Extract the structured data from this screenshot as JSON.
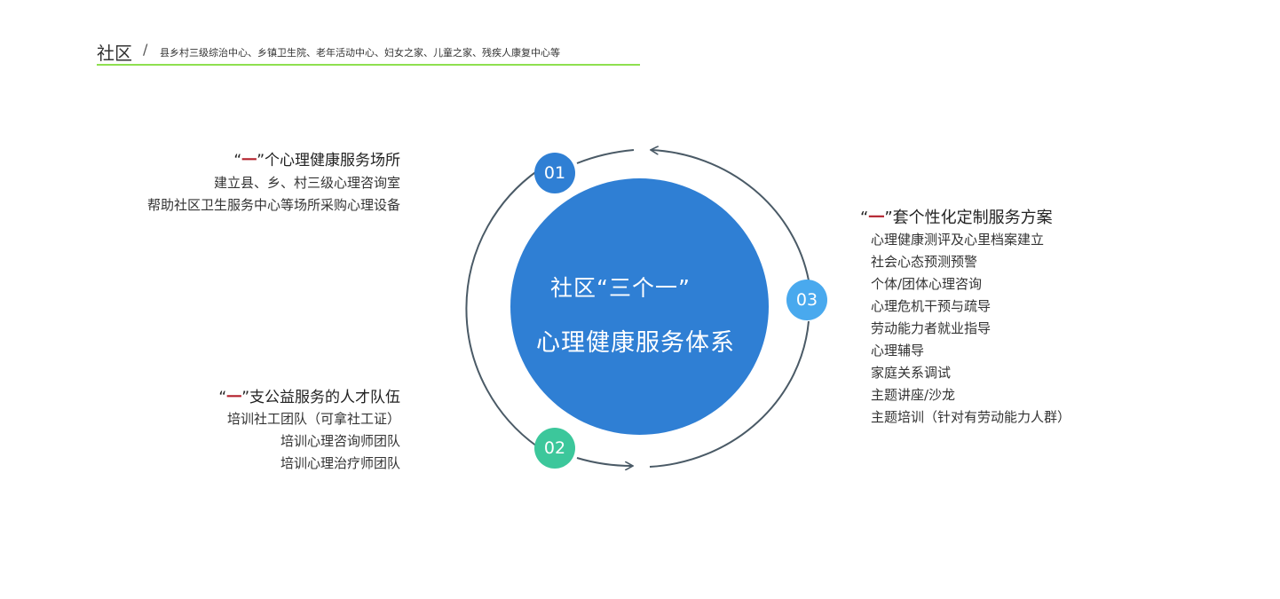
{
  "header": {
    "title": "社区",
    "separator": "/",
    "subtitle": "县乡村三级综治中心、乡镇卫生院、老年活动中心、妇女之家、儿童之家、残疾人康复中心等"
  },
  "center": {
    "line1": "社区“三个一”",
    "line2": "心理健康服务体系"
  },
  "badges": [
    "01",
    "02",
    "03"
  ],
  "blocks": [
    {
      "open_quote": "“",
      "highlight": "一",
      "close_quote": "”",
      "title_rest": "个心理健康服务场所",
      "items": [
        "建立县、乡、村三级心理咨询室",
        "帮助社区卫生服务中心等场所采购心理设备"
      ]
    },
    {
      "open_quote": "“",
      "highlight": "一",
      "close_quote": "”",
      "title_rest": "支公益服务的人才队伍",
      "items": [
        "培训社工团队（可拿社工证）",
        "培训心理咨询师团队",
        "培训心理治疗师团队"
      ]
    },
    {
      "open_quote": "“",
      "highlight": "一",
      "close_quote": "”",
      "title_rest": "套个性化定制服务方案",
      "items": [
        "心理健康测评及心里档案建立",
        "社会心态预测预警",
        "个体/团体心理咨询",
        "心理危机干预与疏导",
        "劳动能力者就业指导",
        "心理辅导",
        "家庭关系调试",
        "主题讲座/沙龙",
        "主题培训（针对有劳动能力人群）"
      ]
    }
  ],
  "colors": {
    "center": "#2f7fd4",
    "badge_01": "#2f7fd4",
    "badge_02": "#3cc79b",
    "badge_03": "#49a9ee",
    "header_line": "#8ee04f",
    "highlight": "#b3202c",
    "ring": "#4a5a66"
  }
}
